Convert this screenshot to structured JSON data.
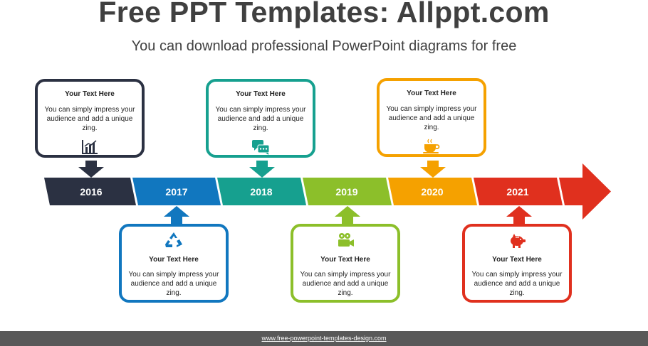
{
  "header": {
    "title": "Free PPT Templates: Allppt.com",
    "subtitle": "You can download professional PowerPoint diagrams for free"
  },
  "colors": {
    "dark": "#2b3142",
    "blue": "#1177bf",
    "teal": "#16a08f",
    "green": "#8cbf2a",
    "orange": "#f5a100",
    "red": "#e0301e",
    "footer_bg": "#595959"
  },
  "timeline": [
    {
      "year": "2016",
      "color": "#2b3142",
      "position": "top",
      "card_title": "Your Text  Here",
      "card_body": "You can simply impress your audience and add a unique zing.",
      "icon": "bar-chart-icon"
    },
    {
      "year": "2017",
      "color": "#1177bf",
      "position": "bottom",
      "card_title": "Your Text  Here",
      "card_body": "You can simply impress your audience and add a unique zing.",
      "icon": "recycle-icon"
    },
    {
      "year": "2018",
      "color": "#16a08f",
      "position": "top",
      "card_title": "Your Text  Here",
      "card_body": "You can simply impress your audience and add a unique zing.",
      "icon": "chat-bubbles-icon"
    },
    {
      "year": "2019",
      "color": "#8cbf2a",
      "position": "bottom",
      "card_title": "Your Text  Here",
      "card_body": "You can simply impress your audience and add a unique zing.",
      "icon": "film-camera-icon"
    },
    {
      "year": "2020",
      "color": "#f5a100",
      "position": "top",
      "card_title": "Your Text  Here",
      "card_body": "You can simply impress your audience and add a unique zing.",
      "icon": "coffee-cup-icon"
    },
    {
      "year": "2021",
      "color": "#e0301e",
      "position": "bottom",
      "card_title": "Your Text  Here",
      "card_body": "You can simply impress your audience and add a unique zing.",
      "icon": "piggy-bank-icon"
    }
  ],
  "footer": {
    "link_text": "www.free-powerpoint-templates-design.com"
  }
}
